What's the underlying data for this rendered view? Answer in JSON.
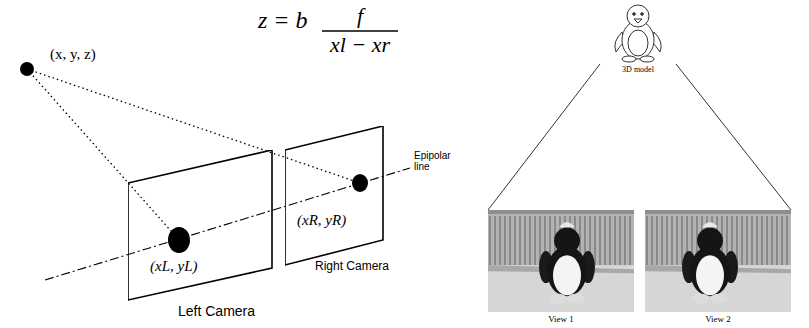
{
  "diagram": {
    "nodes": [
      {
        "text": [
          "(xL, yL)",
          "Left Camera"
        ]
      },
      {
        "text": [
          "(xR, yR)",
          "Right Camera"
        ]
      },
      {
        "text": [
          "3D model"
        ]
      },
      {
        "text": [
          "View 1"
        ]
      },
      {
        "text": [
          "View 2"
        ]
      }
    ],
    "edges": [
      {
        "from": 2,
        "to": 3,
        "arrow": "none"
      },
      {
        "from": 2,
        "to": 4,
        "arrow": "none"
      }
    ],
    "labels": [
      "z = b",
      "f",
      "xl − xr",
      "(x, y, z)",
      "Epipolar line"
    ]
  }
}
